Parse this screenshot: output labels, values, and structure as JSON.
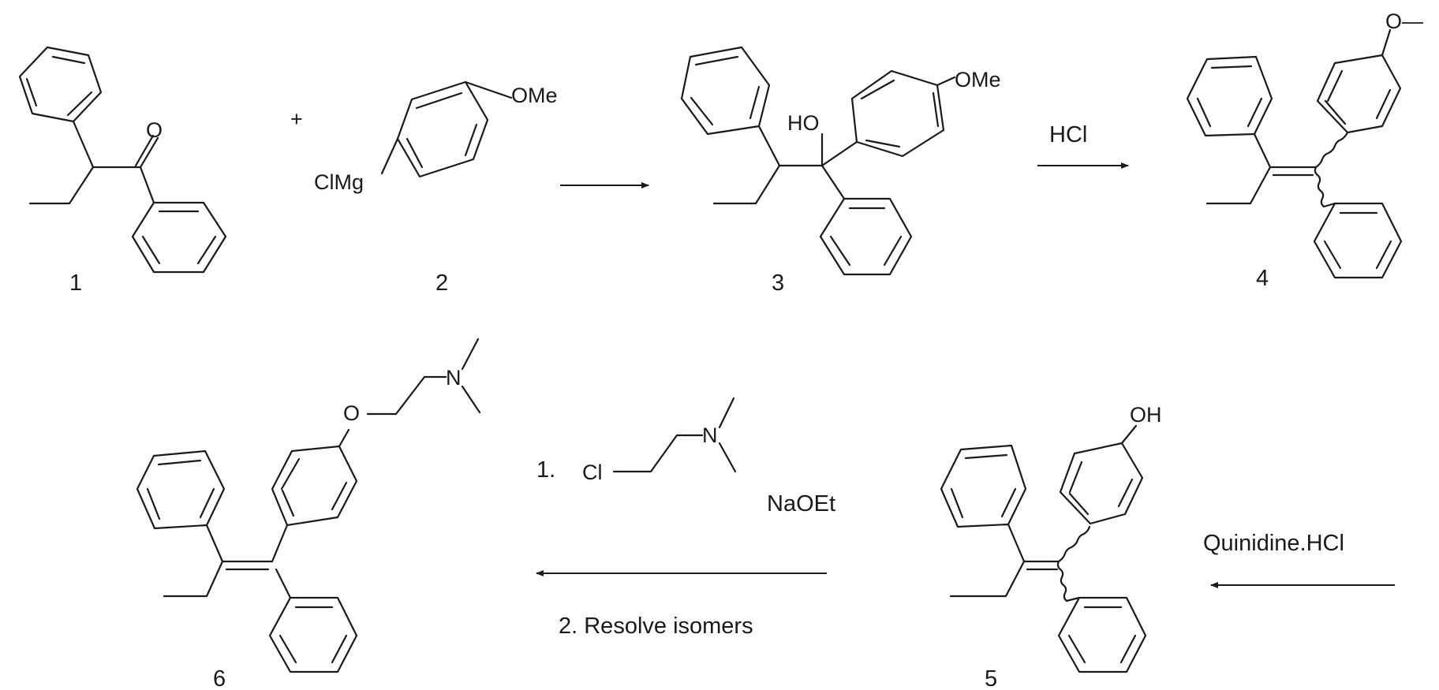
{
  "compounds": [
    {
      "id": "1",
      "atom_labels": [
        "O"
      ]
    },
    {
      "id": "2",
      "atom_labels": [
        "OMe",
        "ClMg"
      ]
    },
    {
      "id": "3",
      "atom_labels": [
        "OMe",
        "HO"
      ]
    },
    {
      "id": "4",
      "atom_labels": [
        "O—"
      ]
    },
    {
      "id": "5",
      "atom_labels": [
        "OH"
      ]
    },
    {
      "id": "6",
      "atom_labels": [
        "O",
        "N"
      ]
    }
  ],
  "plus_sign": "+",
  "reagents": {
    "step_3_to_4": "HCl",
    "step_4_to_5": "Quinidine.HCl",
    "step_5_to_6": {
      "step1_prefix": "1.",
      "step1_atoms": [
        "Cl",
        "N"
      ],
      "step1_base": "NaOEt",
      "step2": "2. Resolve isomers"
    }
  }
}
